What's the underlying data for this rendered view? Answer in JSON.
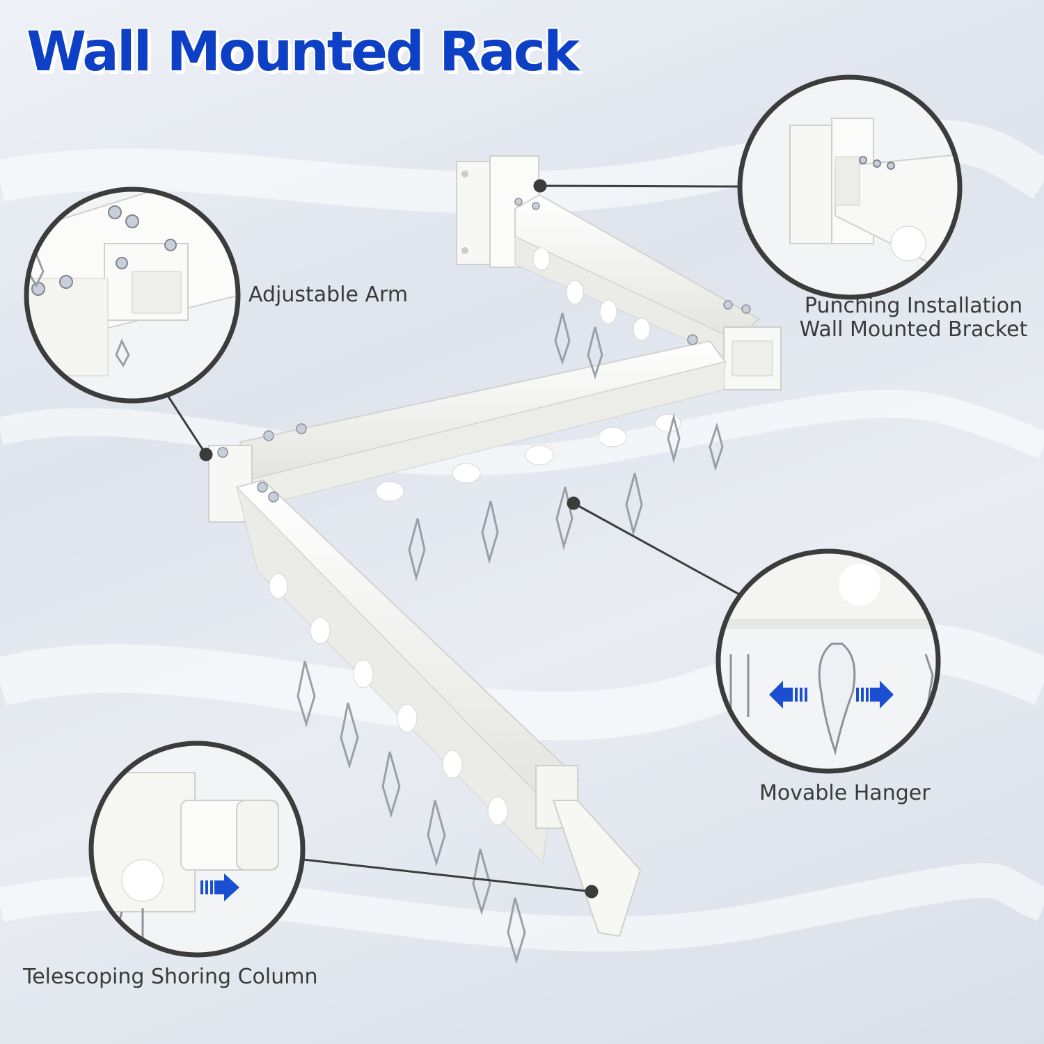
{
  "title": "Wall Mounted Rack",
  "callouts": {
    "adjustable_arm": "Adjustable Arm",
    "bracket_line1": "Punching Installation",
    "bracket_line2": "Wall Mounted Bracket",
    "movable_hanger": "Movable Hanger",
    "telescoping_column": "Telescoping Shoring Column"
  },
  "colors": {
    "title": "#0d40c4",
    "arrow": "#1a4fd1",
    "label": "#3a3a3a",
    "circle_border": "#3c3c3c",
    "rack": "#f4f4f2"
  }
}
